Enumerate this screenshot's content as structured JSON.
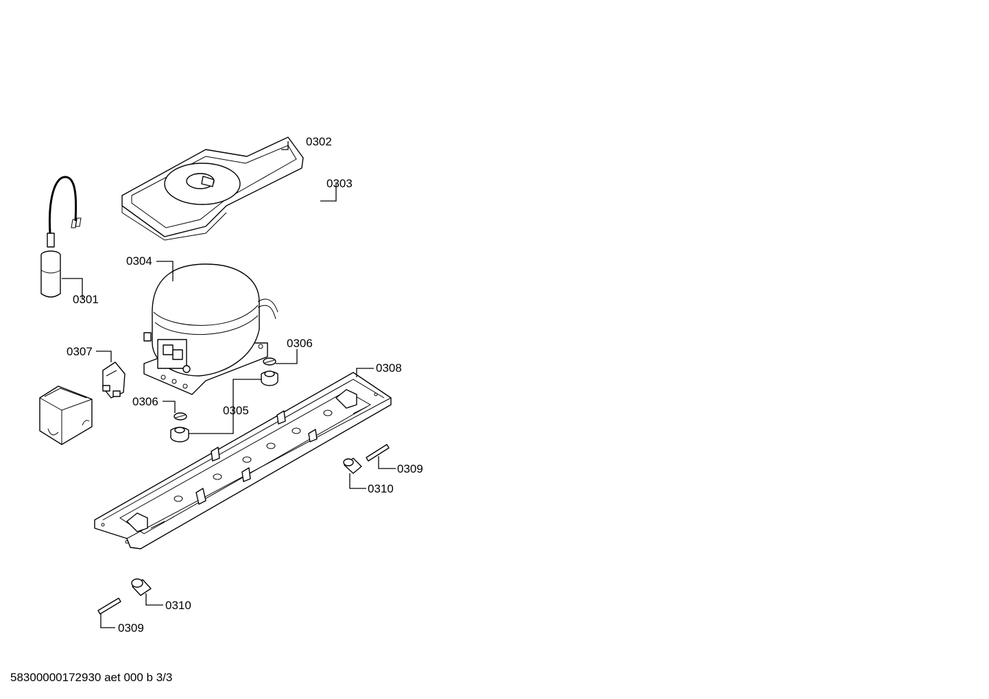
{
  "diagram": {
    "callouts": [
      {
        "id": "c0302",
        "label": "0302"
      },
      {
        "id": "c0303",
        "label": "0303"
      },
      {
        "id": "c0304",
        "label": "0304"
      },
      {
        "id": "c0301",
        "label": "0301"
      },
      {
        "id": "c0307",
        "label": "0307"
      },
      {
        "id": "c0306a",
        "label": "0306"
      },
      {
        "id": "c0308",
        "label": "0308"
      },
      {
        "id": "c0306b",
        "label": "0306"
      },
      {
        "id": "c0305",
        "label": "0305"
      },
      {
        "id": "c0309a",
        "label": "0309"
      },
      {
        "id": "c0310a",
        "label": "0310"
      },
      {
        "id": "c0310b",
        "label": "0310"
      },
      {
        "id": "c0309b",
        "label": "0309"
      }
    ]
  },
  "footer": {
    "code": "58300000172930 aet 000 b 3/3"
  }
}
